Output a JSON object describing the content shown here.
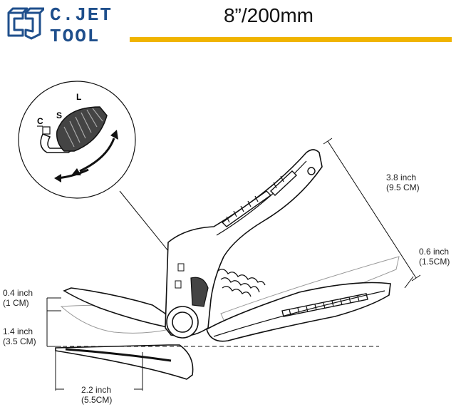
{
  "brand": {
    "line1": "C.JET",
    "line2": "TOOL",
    "colors": {
      "brand_blue": "#1f4f8c",
      "accent_yellow": "#f0b400"
    }
  },
  "title": "8”/200mm",
  "inset": {
    "labels": {
      "c": "C",
      "s": "S",
      "l": "L"
    }
  },
  "dimensions": {
    "handle_length": {
      "imperial": "3.8 inch",
      "metric": "(9.5 CM)"
    },
    "handle_gap": {
      "imperial": "0.6 inch",
      "metric": "(1.5CM)"
    },
    "blade_tip": {
      "imperial": "0.4 inch",
      "metric": "(1 CM)"
    },
    "blade_height": {
      "imperial": "1.4 inch",
      "metric": "(3.5 CM)"
    },
    "blade_length": {
      "imperial": "2.2 inch",
      "metric": "(5.5CM)"
    }
  }
}
